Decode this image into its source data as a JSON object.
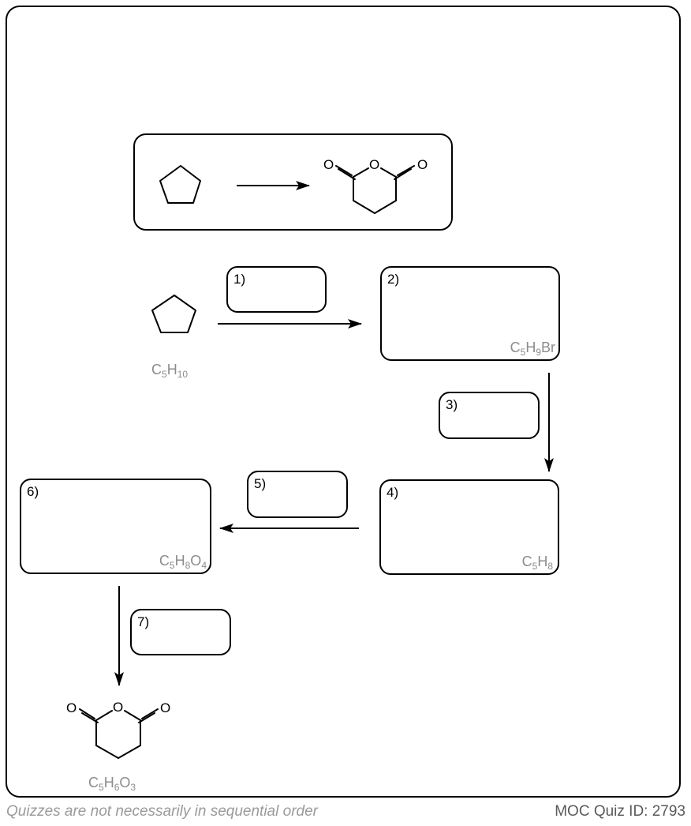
{
  "steps": [
    {
      "id": "1",
      "label": "1)"
    },
    {
      "id": "2",
      "label": "2)",
      "formula": {
        "base": "C",
        "sub1": "5",
        "el2": "H",
        "sub2": "9",
        "el3": "Br",
        "sub3": ""
      }
    },
    {
      "id": "3",
      "label": "3)"
    },
    {
      "id": "4",
      "label": "4)",
      "formula": {
        "base": "C",
        "sub1": "5",
        "el2": "H",
        "sub2": "8",
        "el3": "",
        "sub3": ""
      }
    },
    {
      "id": "5",
      "label": "5)"
    },
    {
      "id": "6",
      "label": "6)",
      "formula": {
        "base": "C",
        "sub1": "5",
        "el2": "H",
        "sub2": "8",
        "el3": "O",
        "sub3": "4"
      }
    },
    {
      "id": "7",
      "label": "7)"
    }
  ],
  "start_formula": {
    "base": "C",
    "sub1": "5",
    "el2": "H",
    "sub2": "10"
  },
  "product_formula": {
    "base": "C",
    "sub1": "5",
    "el2": "H",
    "sub2": "6",
    "el3": "O",
    "sub3": "3"
  },
  "atoms": {
    "oxygen": "O"
  },
  "footer": {
    "note": "Quizzes are not necessarily in sequential order",
    "quiz_id": "MOC Quiz ID: 2793"
  }
}
